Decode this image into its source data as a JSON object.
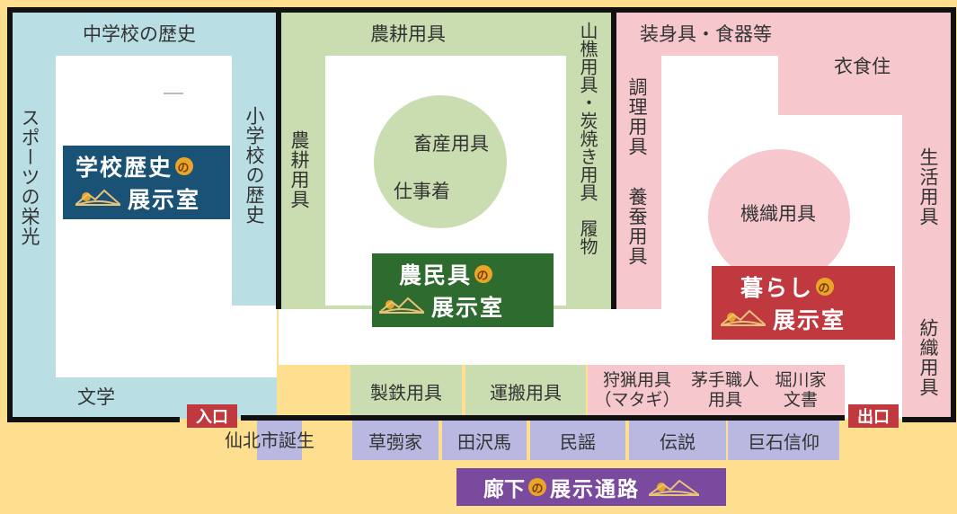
{
  "school_room": {
    "top_label": "中学校の歴史",
    "left_label": "スポーツの栄光",
    "right_label": "小学校の歴史",
    "bottom_label": "文学",
    "sign_line1": "学校歴史",
    "sign_line2": "展示室",
    "particle": "の"
  },
  "farm_room": {
    "top_label": "農耕用具",
    "left_label": "農耕用具",
    "right_label": "山樵用具・炭焼き用具　履物",
    "circle_label1": "畜産用具",
    "circle_label2": "仕事着",
    "sign_line1": "農民具",
    "sign_line2": "展示室",
    "particle": "の"
  },
  "life_room": {
    "top_label": "装身具・食器等",
    "top_right_label": "衣食住",
    "left_label1": "調理用具",
    "left_label2": "養蚕用具",
    "right_label1": "生活用具",
    "right_label2": "紡織用具",
    "circle_label": "機織用具",
    "sign_line1": "暮らし",
    "sign_line2": "展示室",
    "particle": "の"
  },
  "bottom_exhibits": {
    "iron": "製鉄用具",
    "transport": "運搬用具",
    "hunting_line1": "狩猟用具",
    "hunting_line2": "（マタギ）",
    "kaya_line1": "茅手職人",
    "kaya_line2": "用具",
    "horikawa_line1": "堀川家",
    "horikawa_line2": "文書"
  },
  "doors": {
    "entrance": "入口",
    "exit": "出口"
  },
  "corridor": {
    "items": [
      "仙北市誕生",
      "草彅家",
      "田沢馬",
      "民謡",
      "伝説",
      "巨石信仰"
    ],
    "sign_prefix": "廊下",
    "particle": "の",
    "sign_suffix": "展示通路"
  },
  "colors": {
    "background": "#FDDF8F",
    "school": "#B9DEE3",
    "farm": "#C9DDB0",
    "life": "#F6C7CD",
    "corridor": "#B8B8E0",
    "school_sign": "#1A5276",
    "farm_sign": "#2E6B2E",
    "life_sign": "#C0393F",
    "corridor_sign": "#7A4A9E",
    "door": "#C0393F"
  }
}
